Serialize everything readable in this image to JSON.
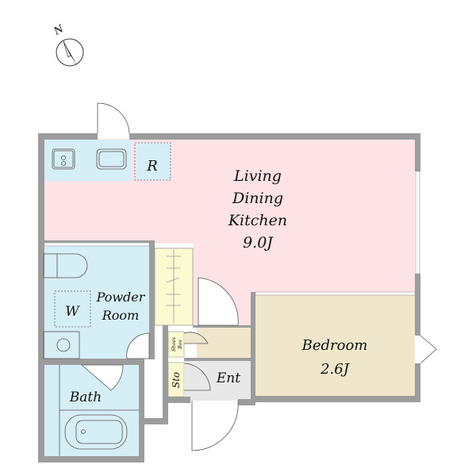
{
  "compass": {
    "label": "N"
  },
  "rooms": {
    "ldk": {
      "line1": "Living",
      "line2": "Dining",
      "line3": "Kitchen",
      "size": "9.0J"
    },
    "bedroom": {
      "name": "Bedroom",
      "size": "2.6J"
    },
    "powder": {
      "line1": "Powder",
      "line2": "Room"
    },
    "bath": {
      "name": "Bath"
    },
    "entrance": {
      "name": "Ent"
    },
    "storage": {
      "name": "Sto"
    },
    "shoes_box": {
      "line1": "Shoes",
      "line2": "Box"
    },
    "refrigerator": {
      "name": "R"
    },
    "washer": {
      "name": "W"
    }
  },
  "colors": {
    "ldk": "#fde3e6",
    "wet": "#d6eef5",
    "bedroom": "#efe6cc",
    "storage": "#fcfad0",
    "entrance": "#e8e8e8",
    "wall": "#9c9c9c"
  }
}
